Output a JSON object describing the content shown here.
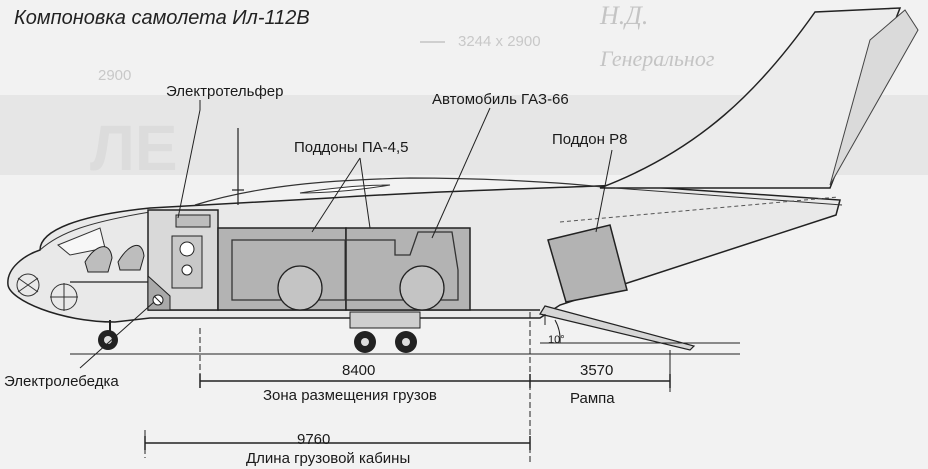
{
  "title": "Компоновка самолета Ил-112В",
  "background_text": {
    "signature": "Н.Д.",
    "role": "Генеральног",
    "dim_a": "3244 х 2900",
    "dim_b": "2900"
  },
  "labels": {
    "hoist": "Электротельфер",
    "pallets": "Поддоны ПА-4,5",
    "vehicle": "Автомобиль ГАЗ-66",
    "pallet_p8": "Поддон Р8",
    "winch": "Электролебедка"
  },
  "dimensions": {
    "cargo_zone_value": "8400",
    "cargo_zone_label": "Зона размещения грузов",
    "ramp_value": "3570",
    "ramp_label": "Рампа",
    "ramp_angle": "10°",
    "cabin_length_value": "9760",
    "cabin_length_label": "Длина грузовой кабины"
  }
}
